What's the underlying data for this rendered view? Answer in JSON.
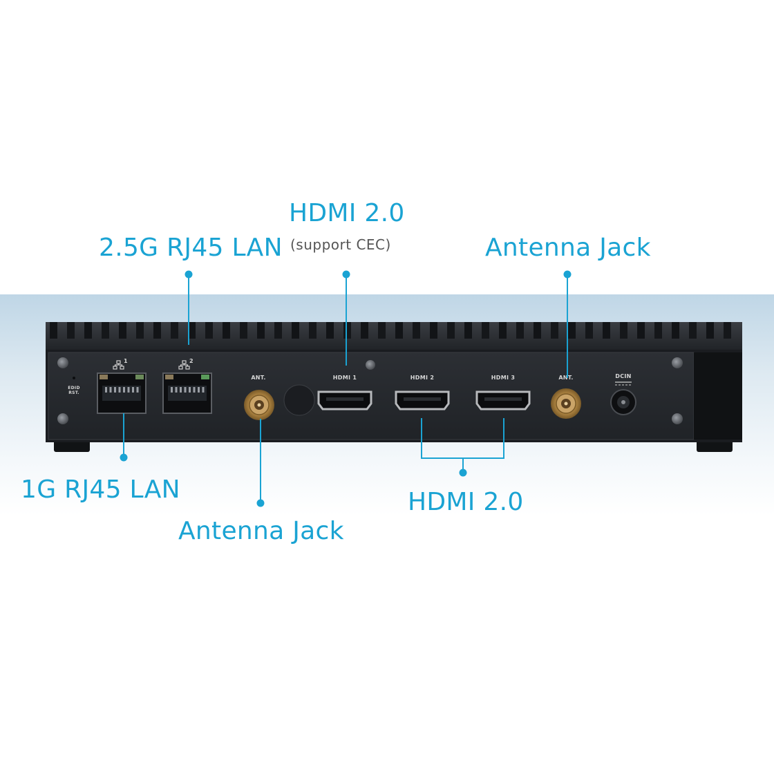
{
  "callouts": {
    "lan_2_5g": "2.5G RJ45 LAN",
    "hdmi_top": "HDMI 2.0",
    "hdmi_top_sub": "(support CEC)",
    "antenna_right": "Antenna Jack",
    "lan_1g": "1G RJ45 LAN",
    "antenna_left": "Antenna Jack",
    "hdmi_bottom": "HDMI 2.0"
  },
  "panel_labels": {
    "edid_rst_1": "EDID",
    "edid_rst_2": "RST.",
    "lan1_num": "1",
    "lan2_num": "2",
    "ant_left": "ANT.",
    "hdmi1": "HDMI 1",
    "hdmi2": "HDMI 2",
    "hdmi3": "HDMI 3",
    "ant_right": "ANT.",
    "dcin": "DCIN"
  },
  "colors": {
    "accent": "#1aa3d3",
    "chassis": "#1f2227",
    "panel": "#25282d"
  }
}
